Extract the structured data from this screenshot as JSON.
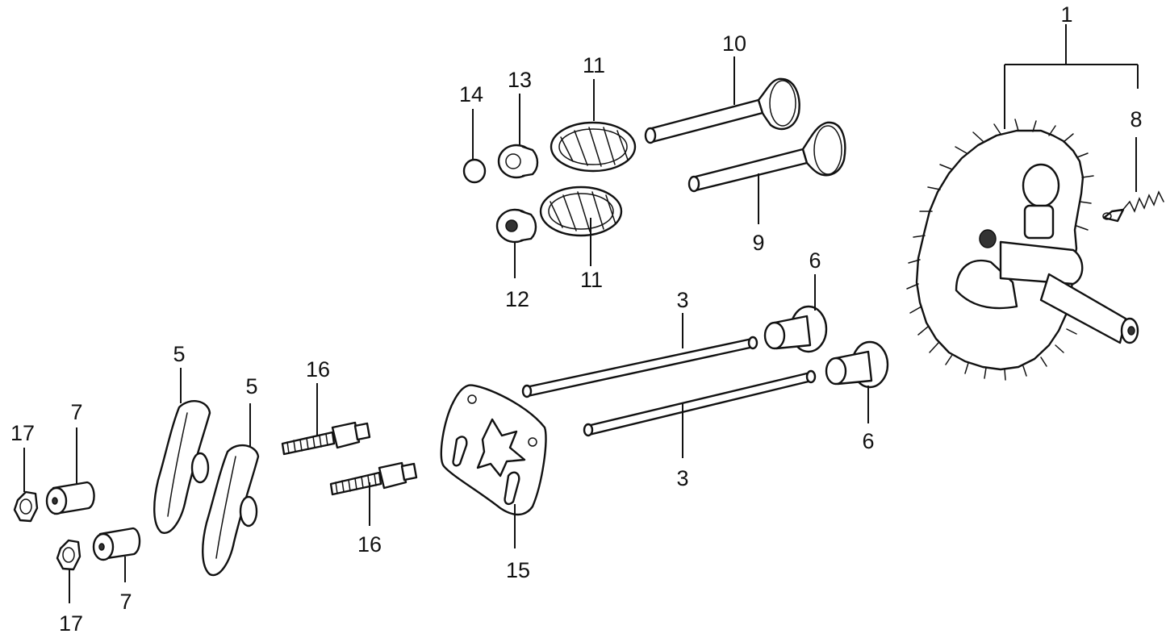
{
  "callouts": {
    "c1": "1",
    "c3a": "3",
    "c3b": "3",
    "c5a": "5",
    "c5b": "5",
    "c6a": "6",
    "c6b": "6",
    "c7a": "7",
    "c7b": "7",
    "c8": "8",
    "c9": "9",
    "c10": "10",
    "c11a": "11",
    "c11b": "11",
    "c12": "12",
    "c13": "13",
    "c14": "14",
    "c15": "15",
    "c16a": "16",
    "c16b": "16",
    "c17a": "17",
    "c17b": "17"
  }
}
